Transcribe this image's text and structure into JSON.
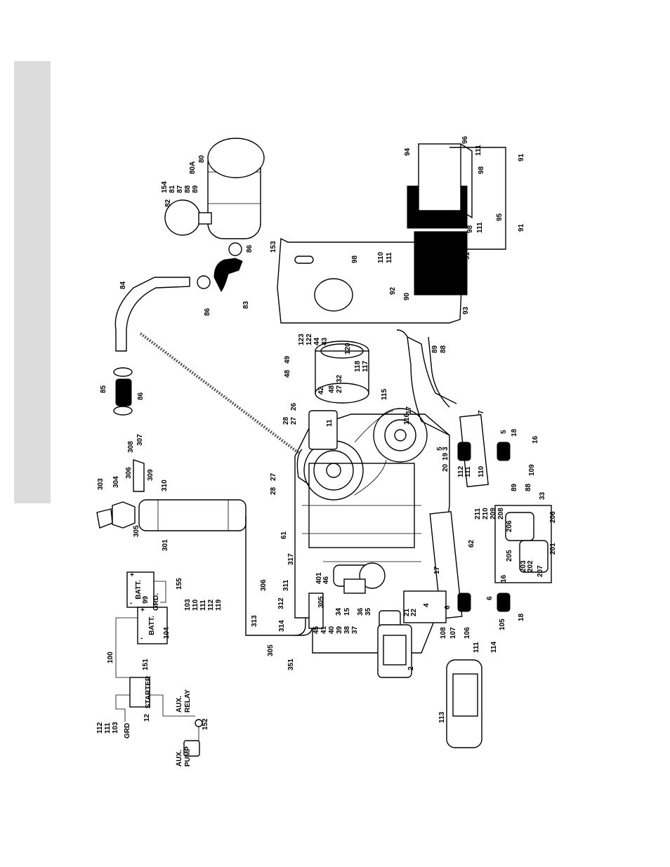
{
  "colors": {
    "tab": "#dcdcdc",
    "ink": "#000000"
  },
  "schematic": {
    "batt_left": "BATT.",
    "batt_right": "BATT.",
    "grd_top": "GRD.",
    "grd_bottom": "GRD",
    "starter": "STARTER",
    "aux_relay_1": "AUX.",
    "aux_relay_2": "RELAY",
    "aux_pump_1": "AUX.",
    "aux_pump_2": "PUMP",
    "plus": "+",
    "minus": "-"
  },
  "callouts": [
    "303",
    "304",
    "305",
    "301",
    "306",
    "308",
    "307",
    "309",
    "310",
    "84",
    "85",
    "86",
    "86",
    "83",
    "86",
    "82",
    "154",
    "81",
    "87",
    "88",
    "89",
    "80A",
    "80",
    "153",
    "98",
    "110",
    "111",
    "92",
    "90",
    "93",
    "91",
    "95",
    "111",
    "98",
    "94",
    "96",
    "111",
    "98",
    "91",
    "91",
    "123",
    "122",
    "44",
    "43",
    "49",
    "48",
    "42",
    "48",
    "27",
    "32",
    "28",
    "27",
    "26",
    "11",
    "120",
    "118",
    "117",
    "115",
    "116",
    "17",
    "7",
    "5",
    "18",
    "16",
    "89",
    "88",
    "28",
    "27",
    "61",
    "317",
    "401",
    "46",
    "20",
    "19",
    "3",
    "112",
    "111",
    "110",
    "109",
    "5",
    "211",
    "210",
    "209",
    "208",
    "33",
    "89",
    "88",
    "206",
    "206",
    "201",
    "205",
    "203",
    "202",
    "207",
    "62",
    "17",
    "6",
    "6",
    "18",
    "16",
    "105",
    "106",
    "107",
    "108",
    "21",
    "22",
    "4",
    "34",
    "15",
    "36",
    "35",
    "37",
    "38",
    "39",
    "40",
    "41",
    "45",
    "311",
    "306",
    "312",
    "313",
    "314",
    "305",
    "305",
    "351",
    "2",
    "111",
    "114",
    "113",
    "99",
    "155",
    "103",
    "110",
    "111",
    "112",
    "119",
    "104",
    "100",
    "151",
    "12",
    "152",
    "112",
    "111",
    "103"
  ]
}
